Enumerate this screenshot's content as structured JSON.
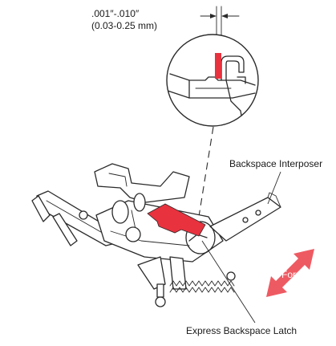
{
  "dimension": {
    "inch_range": ".001″-.010″",
    "mm_range": "(0.03-0.25 mm)"
  },
  "labels": {
    "interposer": "Backspace Interposer",
    "latch": "Express Backspace Latch",
    "form": "Form"
  },
  "colors": {
    "highlight": "#e8323e",
    "arrow": "#ee5a62",
    "ink": "#2a2a2a"
  }
}
